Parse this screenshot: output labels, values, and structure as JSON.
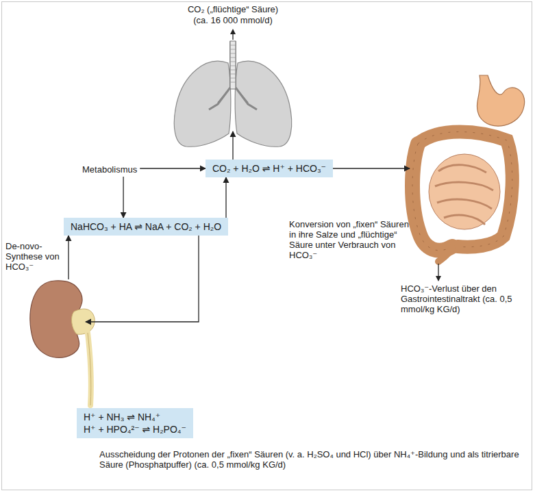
{
  "diagram": {
    "nodes": [
      {
        "text": [
          "CO₂ + H₂O ⇌ H⁺ + HCO₃⁻"
        ]
      },
      {
        "text": [
          "NaHCO₃ + HA ⇌ NaA + CO₂ + H₂O"
        ]
      },
      {
        "text": [
          "H⁺ + NH₃ ⇌ NH₄⁺",
          "H⁺ + HPO₄²⁻ ⇌ H₂PO₄⁻"
        ]
      }
    ],
    "edges": [
      {
        "from": 1,
        "to": 0,
        "arrow": "to"
      }
    ],
    "labels": [
      "CO₂ („flüchtige“ Säure)",
      "(ca. 16 000 mmol/d)",
      "Metabolismus",
      "Konversion von „fixen“ Säuren in ihre Salze und „flüchtige“ Säure unter Verbrauch von HCO₃⁻",
      "De-novo-Synthese von HCO₃⁻",
      "HCO₃⁻-Verlust über den Gastrointestinaltrakt (ca. 0,5 mmol/kg KG/d)",
      "Ausscheidung der Protonen der „fixen“ Säuren (v. a. H₂SO₄ und HCl) über NH₄⁺-Bildung und als titrierbare Säure (Phosphatpuffer) (ca. 0,5 mmol/kg KG/d)"
    ]
  }
}
